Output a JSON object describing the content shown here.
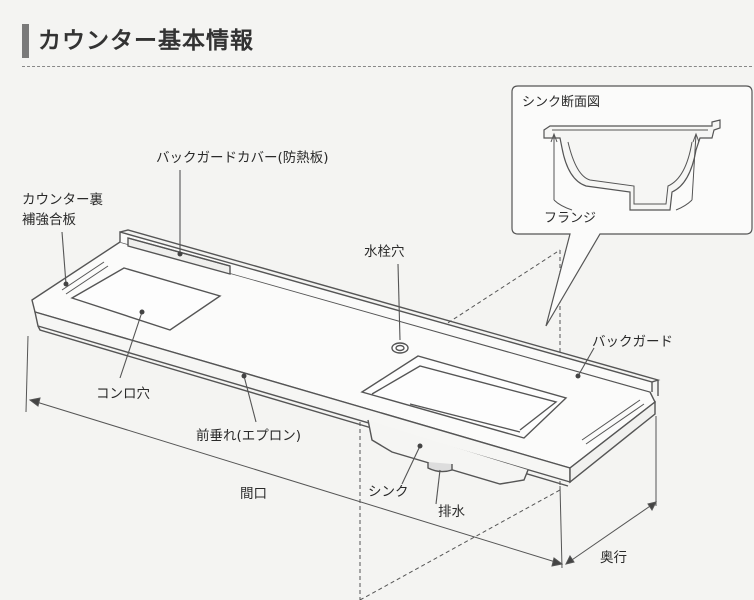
{
  "header": {
    "title": "カウンター基本情報"
  },
  "labels": {
    "backguard_cover": "バックガードカバー(防熱板)",
    "reinforcement_line1": "カウンター裏",
    "reinforcement_line2": "補強合板",
    "faucet_hole": "水栓穴",
    "stove_hole": "コンロ穴",
    "apron": "前垂れ(エプロン)",
    "backguard": "バックガード",
    "width": "間口",
    "sink": "シンク",
    "drain": "排水",
    "depth": "奥行"
  },
  "inset": {
    "title": "シンク断面図",
    "flange": "フランジ"
  }
}
